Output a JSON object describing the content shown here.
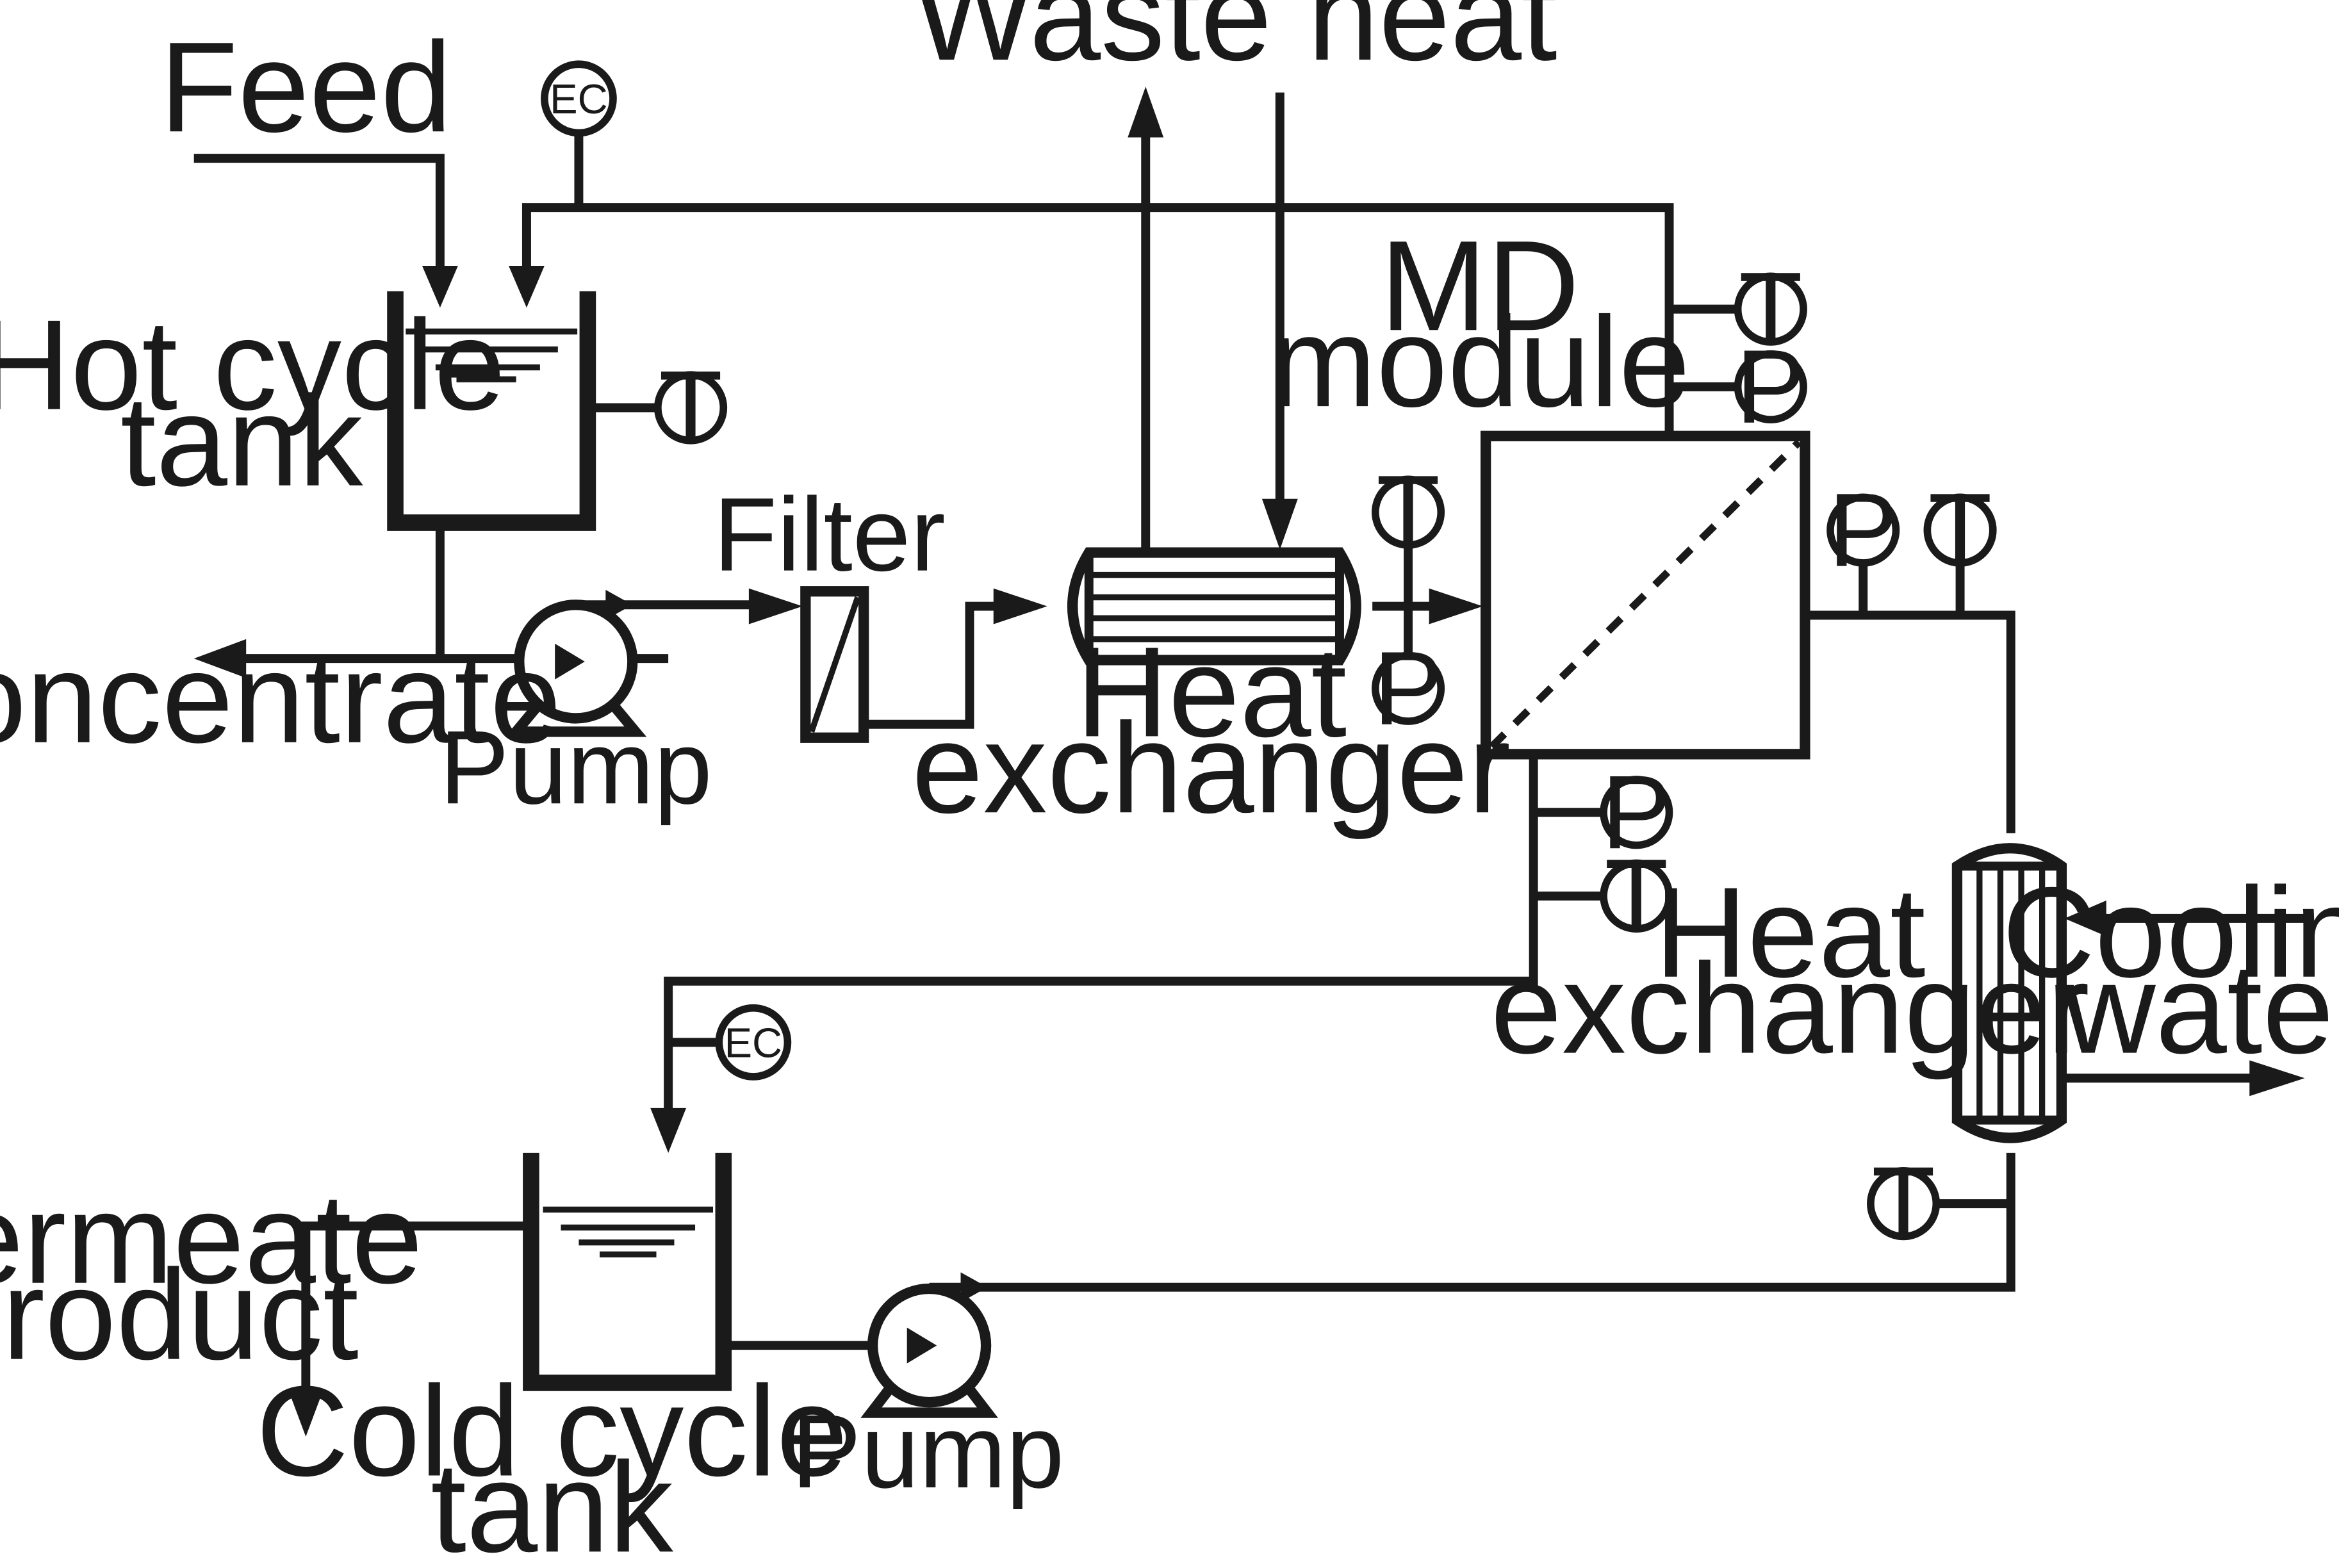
{
  "labels": {
    "feed": "Feed",
    "waste_heat": "Waste heat",
    "md_module_1": "MD",
    "md_module_2": "module",
    "hot_tank_1": "Hot cycle",
    "hot_tank_2": "tank",
    "concentrate": "Concentrate",
    "pump_hot": "Pump",
    "filter": "Filter",
    "hx_hot_1": "Heat",
    "hx_hot_2": "exchanger",
    "hx_cold_1": "Heat",
    "hx_cold_2": "exchanger",
    "cooling_1": "Cooling",
    "cooling_2": "water",
    "permeate_1": "Permeate",
    "permeate_2": "product",
    "cold_tank_1": "Cold cycle",
    "cold_tank_2": "tank",
    "pump_cold": "Pump"
  },
  "instruments": {
    "ec_top": "EC",
    "t_hot_tank": "T",
    "t_md_in_top": "T",
    "p_md_in_top": "P",
    "t_hx_out": "T",
    "p_hx_out": "P",
    "p_md_out": "P",
    "t_md_out": "T",
    "p_md_bottom": "P",
    "t_md_bottom": "T",
    "ec_bottom": "EC",
    "t_cold_hx": "T"
  }
}
